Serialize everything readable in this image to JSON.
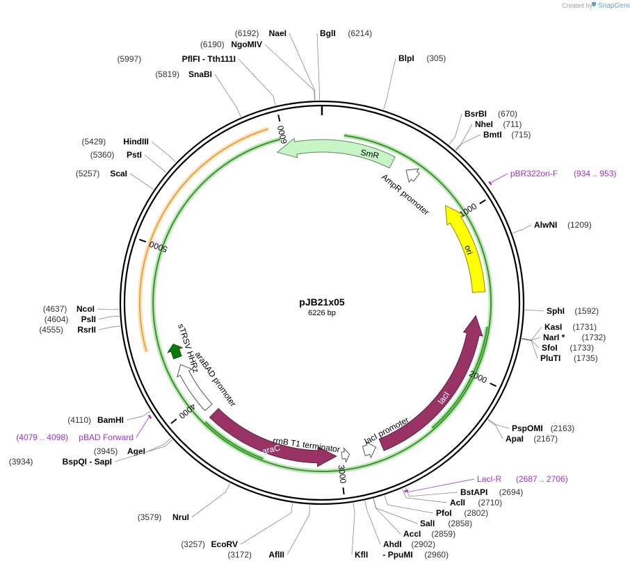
{
  "header": {
    "credit": "Created by",
    "brand": "SnapGene"
  },
  "plasmid": {
    "name": "pJB21x05",
    "length_label": "6226 bp",
    "length": 6226
  },
  "ticks": [
    {
      "pos": 1000,
      "label": "1000"
    },
    {
      "pos": 2000,
      "label": "2000"
    },
    {
      "pos": 3000,
      "label": "3000"
    },
    {
      "pos": 4000,
      "label": "4000"
    },
    {
      "pos": 5000,
      "label": "5000"
    },
    {
      "pos": 6000,
      "label": "6000"
    }
  ],
  "sites": [
    {
      "pos": 6192,
      "name": "NaeI",
      "number": "(6192)",
      "side": "L"
    },
    {
      "pos": 6214,
      "name": "BglI",
      "number": "(6214)",
      "side": "R"
    },
    {
      "pos": 305,
      "name": "BlpI",
      "number": "(305)",
      "side": "R"
    },
    {
      "pos": 6190,
      "name": "NgoMIV",
      "number": "(6190)",
      "side": "L"
    },
    {
      "pos": 5997,
      "name": "PflFI",
      "name2": "Tth111I",
      "number": "(5997)",
      "side": "L"
    },
    {
      "pos": 5819,
      "name": "SnaBI",
      "number": "(5819)",
      "side": "L"
    },
    {
      "pos": 670,
      "name": "BsrBI",
      "number": "(670)",
      "side": "R"
    },
    {
      "pos": 711,
      "name": "NheI",
      "number": "(711)",
      "side": "R"
    },
    {
      "pos": 715,
      "name": "BmtI",
      "number": "(715)",
      "side": "R"
    },
    {
      "pos": 5429,
      "name": "HindIII",
      "number": "(5429)",
      "side": "L"
    },
    {
      "pos": 5360,
      "name": "PstI",
      "number": "(5360)",
      "side": "L"
    },
    {
      "pos": 5257,
      "name": "ScaI",
      "number": "(5257)",
      "side": "L"
    },
    {
      "pos": 1209,
      "name": "AlwNI",
      "number": "(1209)",
      "side": "R"
    },
    {
      "pos": 1592,
      "name": "SphI",
      "number": "(1592)",
      "side": "R"
    },
    {
      "pos": 1731,
      "name": "KasI",
      "number": "(1731)",
      "side": "R"
    },
    {
      "pos": 1732,
      "name": "NarI *",
      "number": "(1732)",
      "side": "R"
    },
    {
      "pos": 1733,
      "name": "SfoI",
      "number": "(1733)",
      "side": "R"
    },
    {
      "pos": 1735,
      "name": "PluTI",
      "number": "(1735)",
      "side": "R"
    },
    {
      "pos": 4637,
      "name": "NcoI",
      "number": "(4637)",
      "side": "L"
    },
    {
      "pos": 4604,
      "name": "PslI",
      "number": "(4604)",
      "side": "L"
    },
    {
      "pos": 4555,
      "name": "RsrII",
      "number": "(4555)",
      "side": "L"
    },
    {
      "pos": 2163,
      "name": "PspOMI",
      "number": "(2163)",
      "side": "R"
    },
    {
      "pos": 2167,
      "name": "ApaI",
      "number": "(2167)",
      "side": "R"
    },
    {
      "pos": 4110,
      "name": "BamHI",
      "number": "(4110)",
      "side": "L"
    },
    {
      "pos": 3945,
      "name": "AgeI",
      "number": "(3945)",
      "side": "L"
    },
    {
      "pos": 3934,
      "name": "BspQI",
      "name2": "SapI",
      "number": "(3934)",
      "side": "L"
    },
    {
      "pos": 2694,
      "name": "BstAPI",
      "number": "(2694)",
      "side": "R"
    },
    {
      "pos": 2710,
      "name": "AclI",
      "number": "(2710)",
      "side": "R"
    },
    {
      "pos": 2802,
      "name": "PfoI",
      "number": "(2802)",
      "side": "R"
    },
    {
      "pos": 2858,
      "name": "SalI",
      "number": "(2858)",
      "side": "R"
    },
    {
      "pos": 2859,
      "name": "AccI",
      "number": "(2859)",
      "side": "R"
    },
    {
      "pos": 2902,
      "name": "AhdI",
      "number": "(2902)",
      "side": "R"
    },
    {
      "pos": 2960,
      "name": "KflI",
      "name2": "PpuMI",
      "number": "(2960)",
      "side": "R"
    },
    {
      "pos": 3579,
      "name": "NruI",
      "number": "(3579)",
      "side": "L"
    },
    {
      "pos": 3257,
      "name": "EcoRV",
      "number": "(3257)",
      "side": "L"
    },
    {
      "pos": 3172,
      "name": "AflII",
      "number": "(3172)",
      "side": "L"
    }
  ],
  "primers": [
    {
      "name": "pBR322ori-F",
      "range": "(934 .. 953)",
      "start": 934,
      "end": 953,
      "side": "R"
    },
    {
      "name": "LacI-R",
      "range": "(2687 .. 2706)",
      "start": 2687,
      "end": 2706,
      "side": "R"
    },
    {
      "name": "pBAD Forward",
      "range": "(4079 .. 4098)",
      "start": 4079,
      "end": 4098,
      "side": "L"
    }
  ],
  "features": [
    {
      "name": "SmR",
      "type": "arrow",
      "color": "#c6f5c6",
      "stroke": "#5a8a5a"
    },
    {
      "name": "AmpR promoter",
      "type": "promoter"
    },
    {
      "name": "ori",
      "type": "arrow",
      "color": "#ffff00",
      "stroke": "#8a8a00"
    },
    {
      "name": "lacI",
      "type": "arrow",
      "color": "#993366",
      "stroke": "#5e1f3f"
    },
    {
      "name": "lacI promoter",
      "type": "promoter"
    },
    {
      "name": "rrnB T1 terminator",
      "type": "terminator"
    },
    {
      "name": "araC",
      "type": "arrow",
      "color": "#993366",
      "stroke": "#5e1f3f"
    },
    {
      "name": "araBAD promoter",
      "type": "promoter"
    },
    {
      "name": "sTRSV HHRz",
      "type": "arrow",
      "color": "#0a7a0a",
      "stroke": "#064d06"
    }
  ],
  "colors": {
    "backbone": "#000000",
    "green_arc": "#2e9a1e",
    "orange_arc": "#e8a23a",
    "primer": "#9b30d9",
    "leader": "#888888"
  }
}
